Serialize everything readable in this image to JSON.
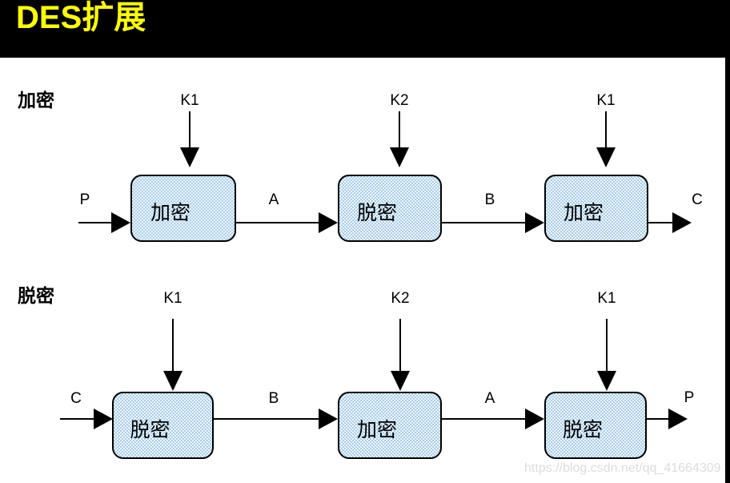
{
  "title": "DES扩展",
  "watermark": "https://blog.csdn.net/qq_41664309",
  "colors": {
    "banner_bg": "#000000",
    "title_text": "#ffff00",
    "box_fill": "#d6e9f9",
    "box_border": "#000000",
    "line": "#000000",
    "watermark_text": "#dcdcdc"
  },
  "rows": [
    {
      "label": "加密",
      "input": "P",
      "between": [
        "A",
        "B"
      ],
      "output": "C",
      "boxes": [
        {
          "key": "K1",
          "op": "加密"
        },
        {
          "key": "K2",
          "op": "脱密"
        },
        {
          "key": "K1",
          "op": "加密"
        }
      ]
    },
    {
      "label": "脱密",
      "input": "C",
      "between": [
        "B",
        "A"
      ],
      "output": "P",
      "boxes": [
        {
          "key": "K1",
          "op": "脱密"
        },
        {
          "key": "K2",
          "op": "加密"
        },
        {
          "key": "K1",
          "op": "脱密"
        }
      ]
    }
  ]
}
